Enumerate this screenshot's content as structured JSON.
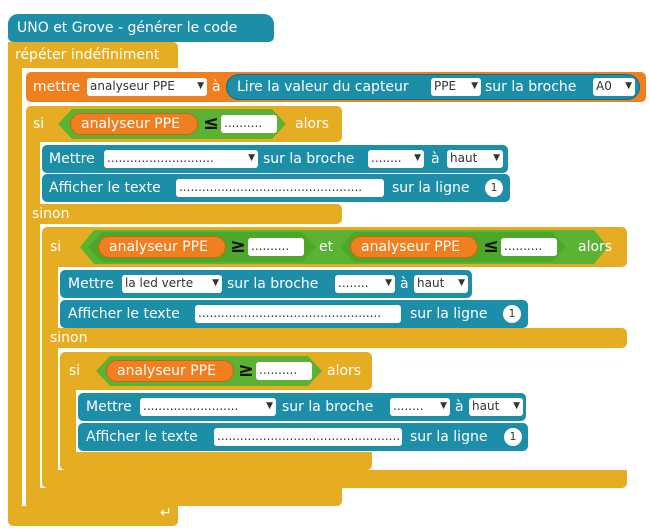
{
  "header": {
    "title": "UNO et Grove - générer le code"
  },
  "loop": {
    "label": "répéter indéfiniment"
  },
  "set_var": {
    "label": "mettre",
    "var": "analyseur PPE",
    "to": "à",
    "read_label": "Lire la valeur du capteur",
    "sensor": "PPE",
    "pin_label": "sur la broche",
    "pin": "A0"
  },
  "if1": {
    "si": "si",
    "var": "analyseur PPE",
    "op": "≤",
    "value": "..........",
    "alors": "alors",
    "set": {
      "label": "Mettre",
      "device": "............................",
      "pin_label": "sur la broche",
      "pin": "........",
      "to": "à",
      "state": "haut"
    },
    "print": {
      "label": "Afficher le texte",
      "text": "................................................",
      "line_label": "sur la ligne",
      "line": "1"
    }
  },
  "else1": {
    "label": "sinon"
  },
  "if2": {
    "si": "si",
    "var1": "analyseur PPE",
    "op1": "≥",
    "value1": "..........",
    "et": "et",
    "var2": "analyseur PPE",
    "op2": "≤",
    "value2": "..........",
    "alors": "alors",
    "set": {
      "label": "Mettre",
      "device": "la led verte",
      "pin_label": "sur la broche",
      "pin": "........",
      "to": "à",
      "state": "haut"
    },
    "print": {
      "label": "Afficher le texte",
      "text": "................................................",
      "line_label": "sur la ligne",
      "line": "1"
    }
  },
  "else2": {
    "label": "sinon"
  },
  "if3": {
    "si": "si",
    "var": "analyseur PPE",
    "op": "≥",
    "value": "..........",
    "alors": "alors",
    "set": {
      "label": "Mettre",
      "device": ".........................",
      "pin_label": "sur la broche",
      "pin": "........",
      "to": "à",
      "state": "haut"
    },
    "print": {
      "label": "Afficher le texte",
      "text": "................................................",
      "line_label": "sur la ligne",
      "line": "1"
    }
  },
  "footer": {
    "loop_arrow": "↵"
  },
  "colors": {
    "teal": "#1d8ea8",
    "gold": "#e6ad22",
    "orange": "#f07f1f",
    "green": "#5cb232"
  }
}
